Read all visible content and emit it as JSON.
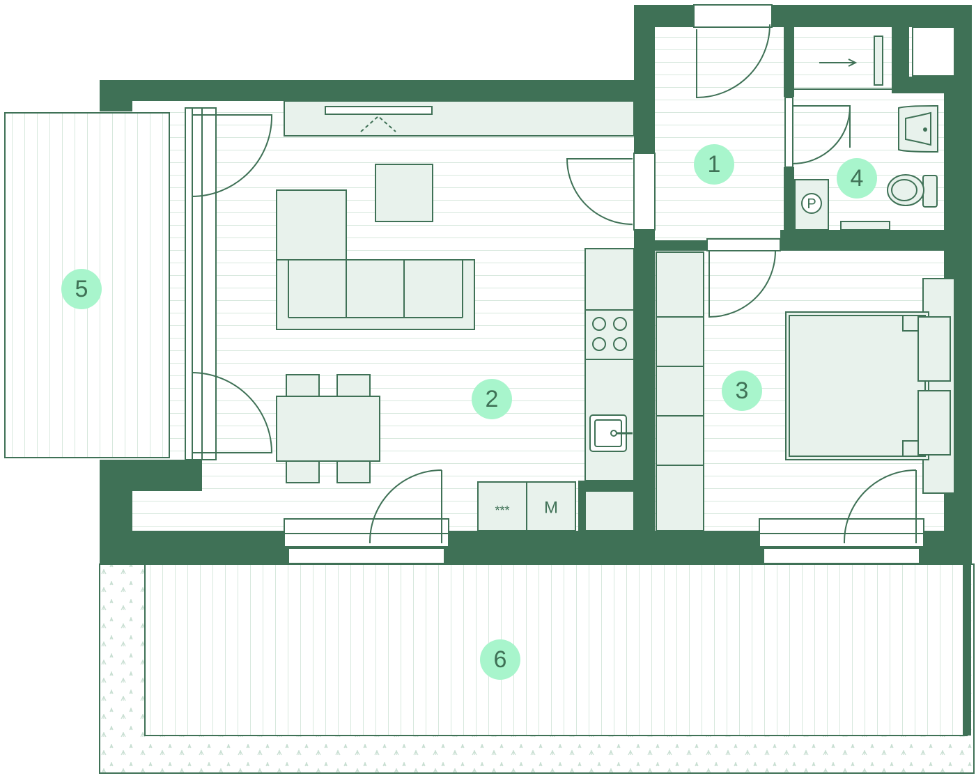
{
  "rooms": [
    {
      "number": "1"
    },
    {
      "number": "2"
    },
    {
      "number": "3"
    },
    {
      "number": "4"
    },
    {
      "number": "5"
    },
    {
      "number": "6"
    }
  ],
  "kitchen_labels": {
    "star": "***",
    "m": "M"
  },
  "icons": {
    "washer_letter": "P"
  },
  "colors": {
    "wall": "#3f7156",
    "badge": "#a8f5cc",
    "furniture_fill": "#e8f2ec",
    "hatch": "#cfe3d8"
  }
}
